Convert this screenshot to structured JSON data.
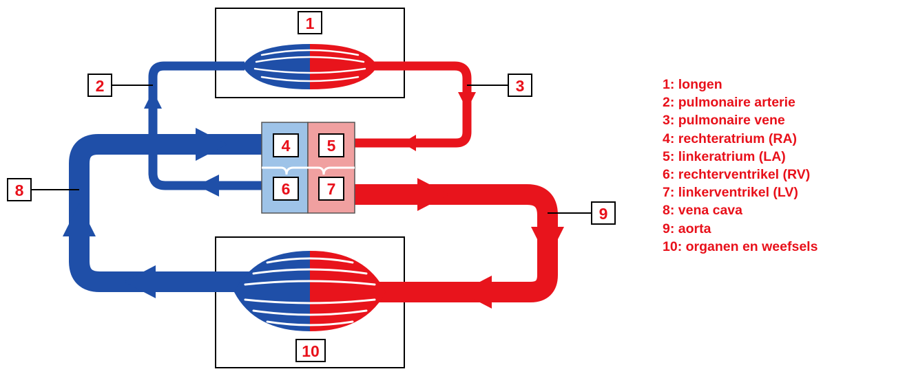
{
  "labels": {
    "lungs": "1",
    "pulmonary_artery": "2",
    "pulmonary_vein": "3",
    "right_atrium": "4",
    "left_atrium": "5",
    "right_ventricle": "6",
    "left_ventricle": "7",
    "vena_cava": "8",
    "aorta": "9",
    "organs": "10"
  },
  "legend": [
    "1: longen",
    "2: pulmonaire arterie",
    "3: pulmonaire vene",
    "4: rechteratrium (RA)",
    "5: linkeratrium (LA)",
    "6: rechterventrikel (RV)",
    "7: linkerventrikel (LV)",
    "8: vena cava",
    "9: aorta",
    "10: organen en weefsels"
  ],
  "colors": {
    "blue": "#1f4fa8",
    "red": "#e8141c",
    "label": "#e8101a",
    "right_heart": "#9ec3e8",
    "left_heart": "#f0a0a0"
  }
}
